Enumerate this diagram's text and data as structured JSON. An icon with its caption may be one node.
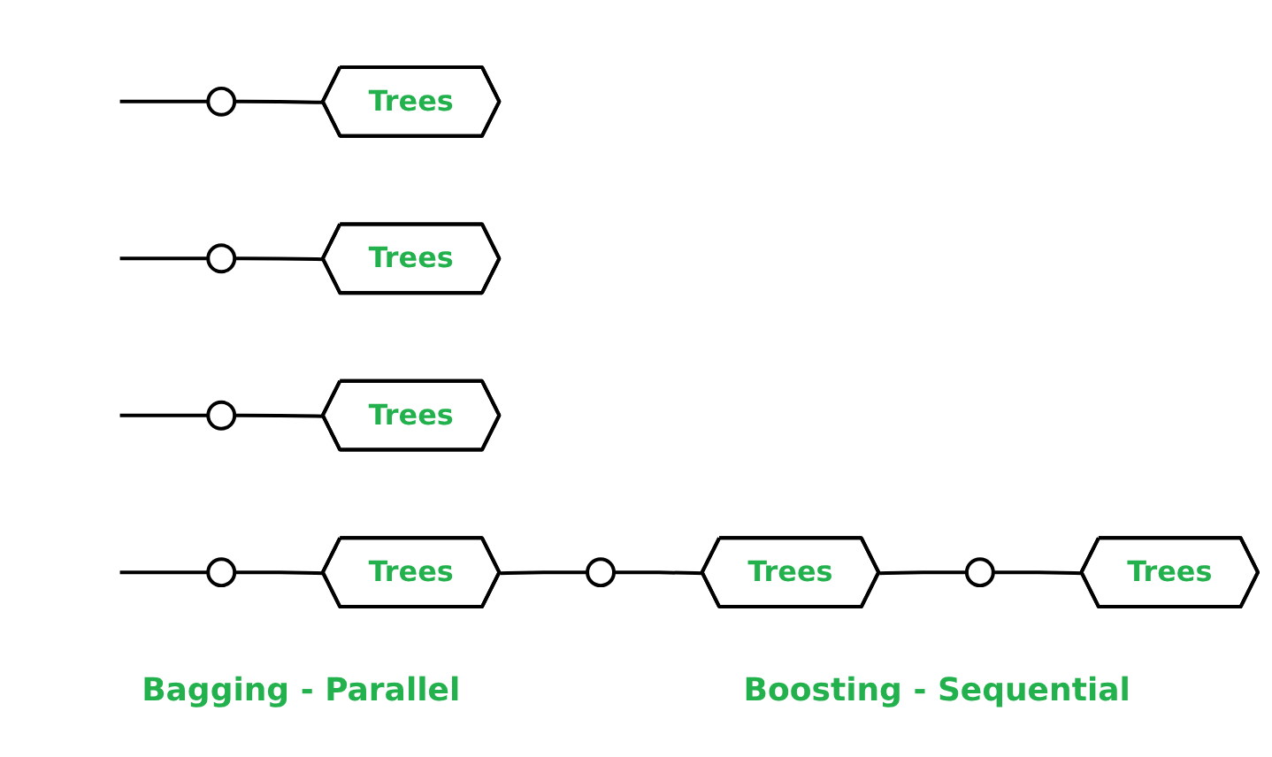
{
  "diagram": {
    "nodes": [
      {
        "text": [],
        "shape": "circle"
      },
      {
        "text": [
          "Trees"
        ]
      },
      {
        "text": [],
        "shape": "circle"
      },
      {
        "text": [
          "Trees"
        ]
      },
      {
        "text": [],
        "shape": "circle"
      },
      {
        "text": [
          "Trees"
        ]
      },
      {
        "text": [],
        "shape": "circle"
      },
      {
        "text": [
          "Trees"
        ]
      },
      {
        "text": [],
        "shape": "circle"
      },
      {
        "text": [
          "Trees"
        ]
      },
      {
        "text": [],
        "shape": "circle"
      },
      {
        "text": [
          "Trees"
        ]
      }
    ],
    "edges": [
      {
        "from": null,
        "to": 0,
        "arrow": "none"
      },
      {
        "from": null,
        "to": 2,
        "arrow": "none"
      },
      {
        "from": null,
        "to": 4,
        "arrow": "none"
      },
      {
        "from": 0,
        "to": 1,
        "arrow": "none"
      },
      {
        "from": 2,
        "to": 3,
        "arrow": "none"
      },
      {
        "from": 4,
        "to": 5,
        "arrow": "none"
      },
      {
        "from": null,
        "to": 6,
        "arrow": "none"
      },
      {
        "from": 6,
        "to": 7,
        "arrow": "none"
      },
      {
        "from": 7,
        "to": 8,
        "arrow": "none"
      },
      {
        "from": 8,
        "to": 9,
        "arrow": "none"
      },
      {
        "from": 9,
        "to": 10,
        "arrow": "none"
      },
      {
        "from": 10,
        "to": 11,
        "arrow": "none"
      }
    ],
    "labels": [
      "Bagging - Parallel",
      "Boosting - Sequential"
    ]
  }
}
